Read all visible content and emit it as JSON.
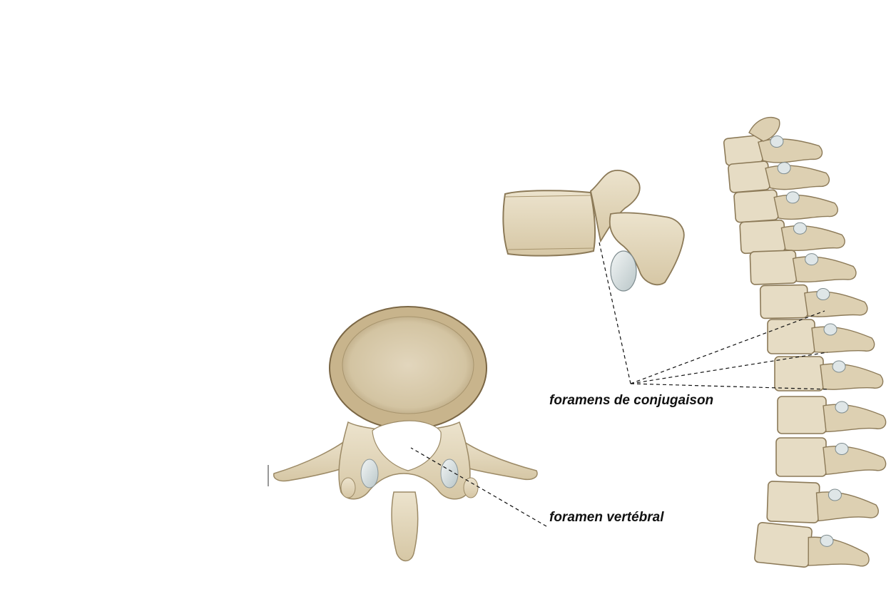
{
  "labels": {
    "foramens_conjugaison": "foramens de conjugaison",
    "foramen_vertebral": "foramen vertébral"
  },
  "colors": {
    "bone": "#e6dcc4",
    "bone_dark": "#c9b894",
    "bone_outline": "#8c7a58",
    "cartilage": "#dfe6e7",
    "background": "#ffffff",
    "leader_line": "#111111"
  },
  "figures": [
    "lumbar-vertebra-superior-view",
    "thoracic-vertebra-lateral-view",
    "vertebral-column-lateral-view"
  ]
}
